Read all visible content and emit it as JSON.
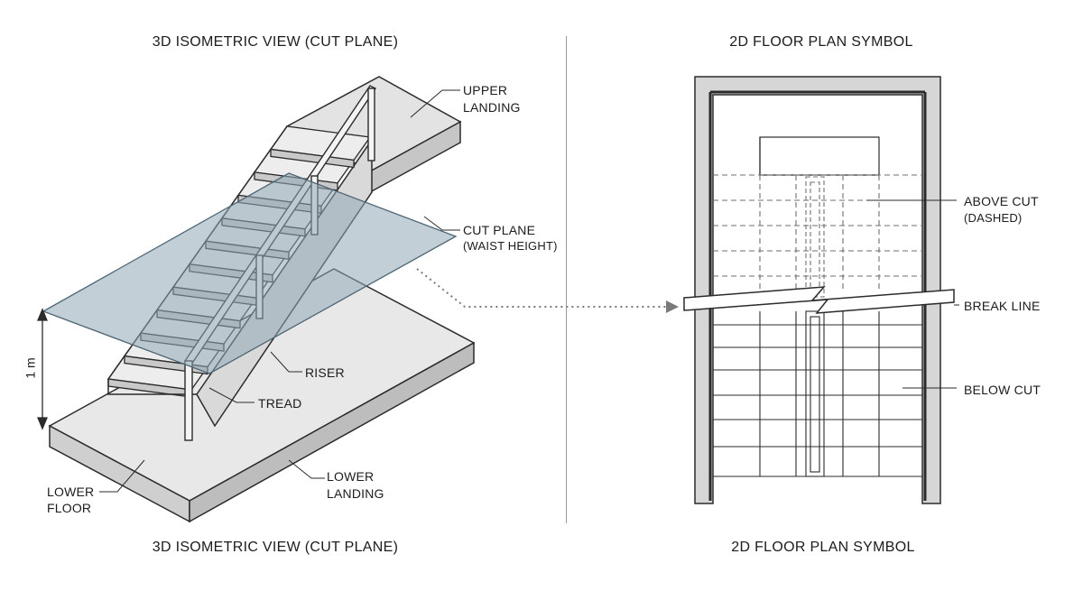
{
  "left_panel": {
    "title_top": "3D ISOMETRIC VIEW (CUT PLANE)",
    "title_bottom": "3D ISOMETRIC VIEW (CUT PLANE)",
    "labels": {
      "upper_landing": [
        "UPPER",
        "LANDING"
      ],
      "cut_plane": [
        "CUT PLANE",
        "(WAIST HEIGHT)"
      ],
      "riser": "RISER",
      "tread": "TREAD",
      "lower_landing": [
        "LOWER",
        "LANDING"
      ],
      "lower_floor": [
        "LOWER",
        "FLOOR"
      ],
      "height": "1 m"
    }
  },
  "right_panel": {
    "title_top": "2D FLOOR PLAN SYMBOL",
    "title_bottom": "2D FLOOR PLAN SYMBOL",
    "labels": {
      "above_cut": [
        "ABOVE CUT",
        "(DASHED)"
      ],
      "break_line": "BREAK LINE",
      "below_cut": "BELOW CUT"
    }
  },
  "colors": {
    "line": "#2b2b2b",
    "cut_plane_fill": "#8fa7b6",
    "slab_fill": "#e6e6e6",
    "dashed": "#6f6f6f"
  }
}
